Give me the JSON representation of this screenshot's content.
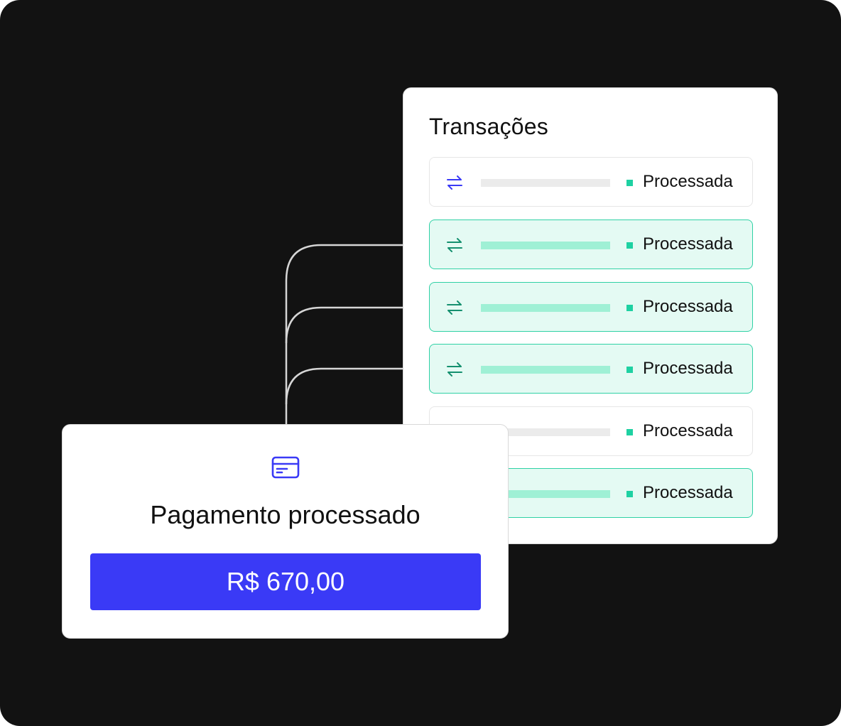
{
  "transactions_panel": {
    "title": "Transações",
    "rows": [
      {
        "status": "Processada",
        "highlighted": false,
        "icon": "swap-arrows-icon"
      },
      {
        "status": "Processada",
        "highlighted": true,
        "icon": "swap-arrows-icon"
      },
      {
        "status": "Processada",
        "highlighted": true,
        "icon": "swap-arrows-icon"
      },
      {
        "status": "Processada",
        "highlighted": true,
        "icon": "swap-arrows-icon"
      },
      {
        "status": "Processada",
        "highlighted": false,
        "icon": "swap-arrows-icon"
      },
      {
        "status": "Processada",
        "highlighted": true,
        "icon": "swap-arrows-icon"
      }
    ]
  },
  "payment_card": {
    "icon": "credit-card-icon",
    "title": "Pagamento processado",
    "amount": "R$ 670,00"
  },
  "colors": {
    "background": "#121212",
    "accent_blue": "#3a3af6",
    "accent_green": "#1ed1a2",
    "highlight_fill": "#e4faf3",
    "highlight_border": "#2fd1a5",
    "bar_green": "#9ff0d5",
    "bar_gray": "#ebebeb",
    "connector_line": "#d6d6d6"
  }
}
